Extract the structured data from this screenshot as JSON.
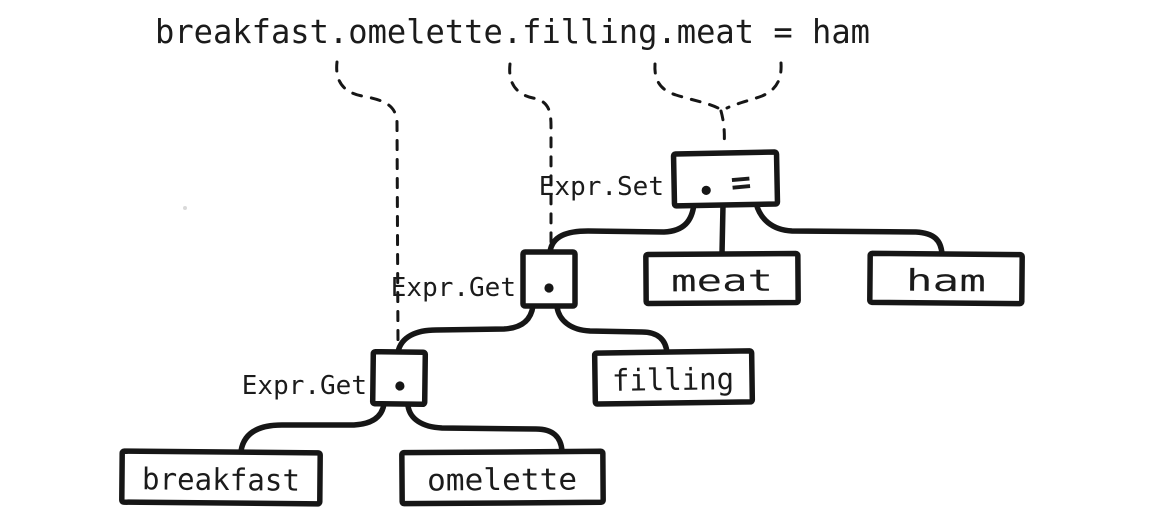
{
  "expression": {
    "text": "breakfast.omelette.filling.meat = ham"
  },
  "ast": {
    "set_node": {
      "label": "Expr.Set",
      "dot_token": ".",
      "equals_token": "=",
      "property": "meat",
      "value": "ham"
    },
    "get_node_outer": {
      "label": "Expr.Get",
      "dot_token": ".",
      "property": "filling"
    },
    "get_node_inner": {
      "label": "Expr.Get",
      "dot_token": ".",
      "object": "breakfast",
      "property": "omelette"
    }
  },
  "colors": {
    "ink": "#161616",
    "background": "#ffffff"
  }
}
